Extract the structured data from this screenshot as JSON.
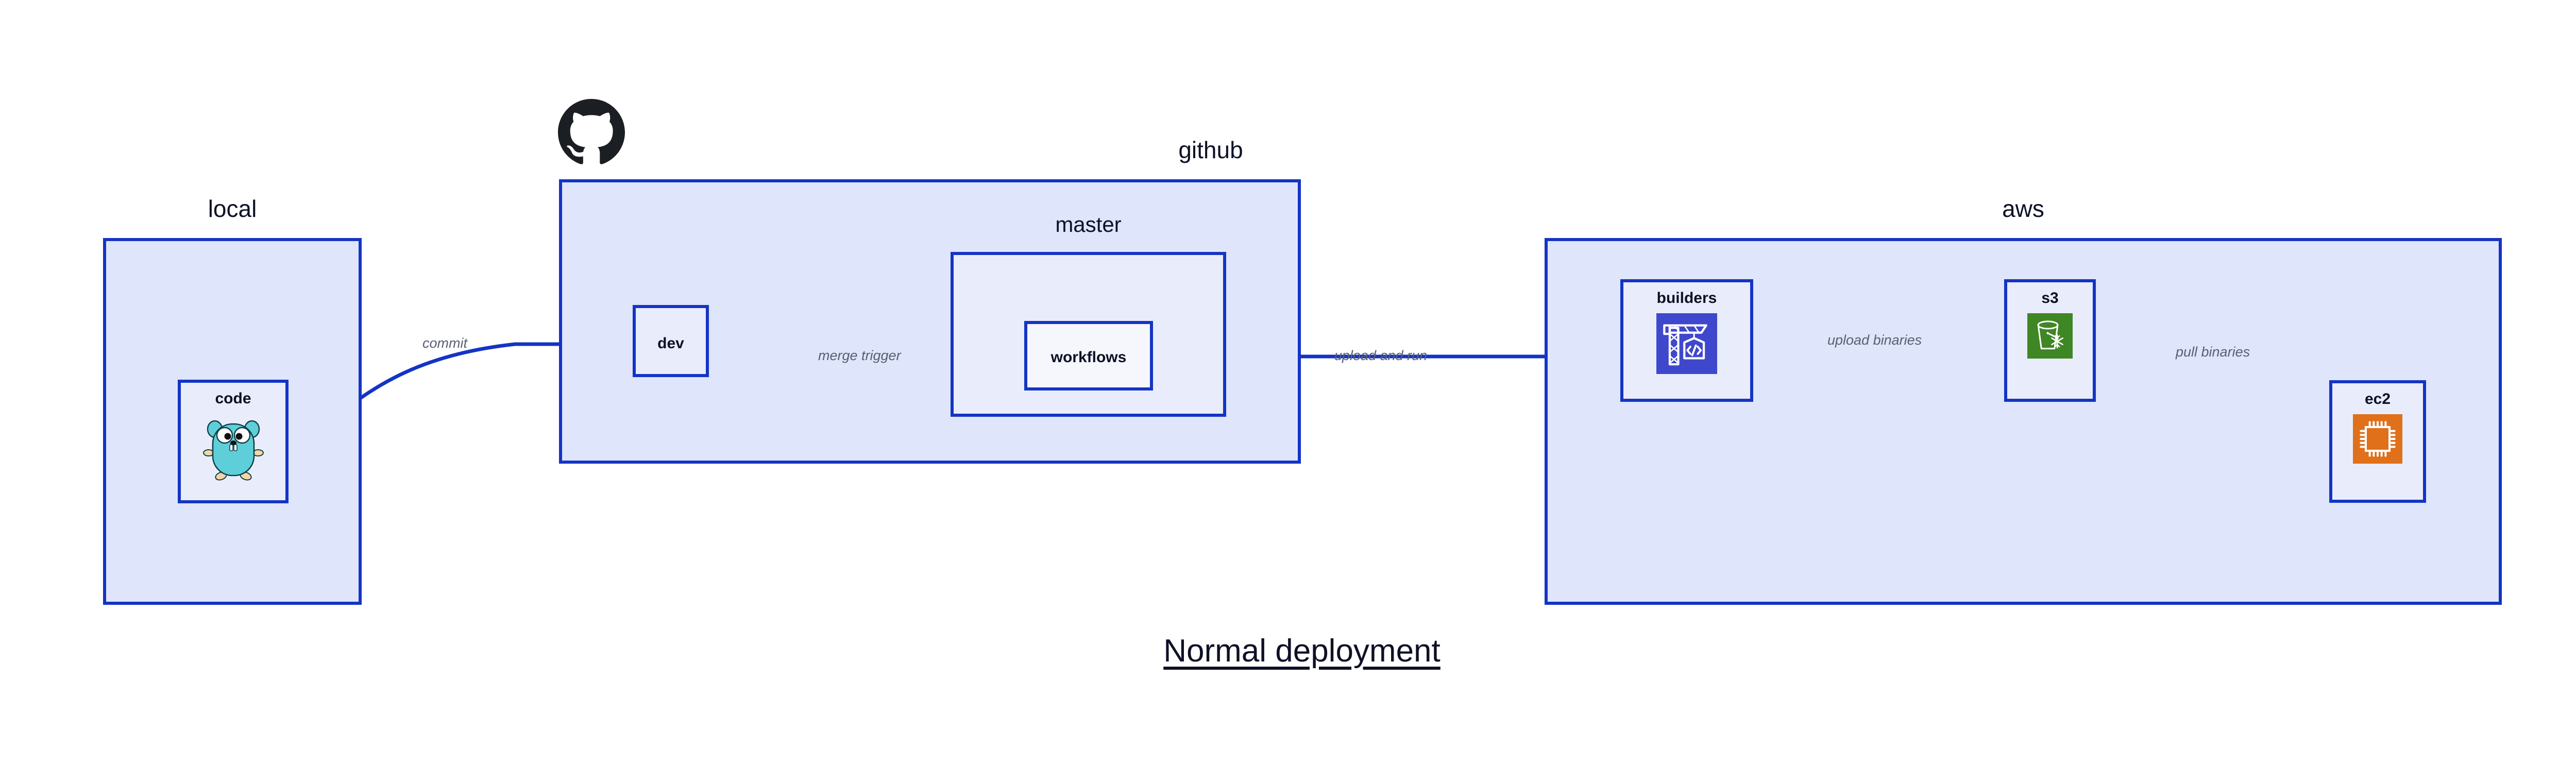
{
  "diagram": {
    "title": "Normal deployment",
    "colors": {
      "container_fill": "#dfe5fa",
      "node_fill": "#e9edfb",
      "stroke": "#1434c4",
      "label_text": "#0d1126",
      "edge_label_text": "#5a6070",
      "builders_icon_bg": "#3f48cc",
      "s3_icon_bg": "#3f8624",
      "ec2_icon_bg": "#e0701a",
      "gopher_body": "#5ecfd8",
      "github_logo": "#1b1f23"
    }
  },
  "containers": [
    {
      "id": "local",
      "label": "local"
    },
    {
      "id": "github",
      "label": "github"
    },
    {
      "id": "aws",
      "label": "aws"
    }
  ],
  "groups": [
    {
      "id": "master",
      "label": "master",
      "parent": "github"
    }
  ],
  "nodes": [
    {
      "id": "code",
      "label": "code",
      "icon": "gopher-icon",
      "parent": "local"
    },
    {
      "id": "dev",
      "label": "dev",
      "icon": null,
      "parent": "github"
    },
    {
      "id": "workflows",
      "label": "workflows",
      "icon": null,
      "parent": "master"
    },
    {
      "id": "builders",
      "label": "builders",
      "icon": "aws-codebuild-icon",
      "parent": "aws"
    },
    {
      "id": "s3",
      "label": "s3",
      "icon": "aws-s3-bucket-icon",
      "parent": "aws"
    },
    {
      "id": "ec2",
      "label": "ec2",
      "icon": "aws-ec2-chip-icon",
      "parent": "aws"
    }
  ],
  "edges": [
    {
      "id": "code-to-dev",
      "label": "commit",
      "from": "code",
      "to": "dev"
    },
    {
      "id": "dev-to-workflows",
      "label": "merge trigger",
      "from": "dev",
      "to": "workflows"
    },
    {
      "id": "workflows-to-builders",
      "label": "upload and run",
      "from": "workflows",
      "to": "builders"
    },
    {
      "id": "builders-to-s3",
      "label": "upload binaries",
      "from": "builders",
      "to": "s3"
    },
    {
      "id": "s3-to-ec2",
      "label": "pull binaries",
      "from": "s3",
      "to": "ec2"
    }
  ],
  "logos": [
    {
      "id": "github-octocat",
      "name": "github-logo"
    }
  ]
}
